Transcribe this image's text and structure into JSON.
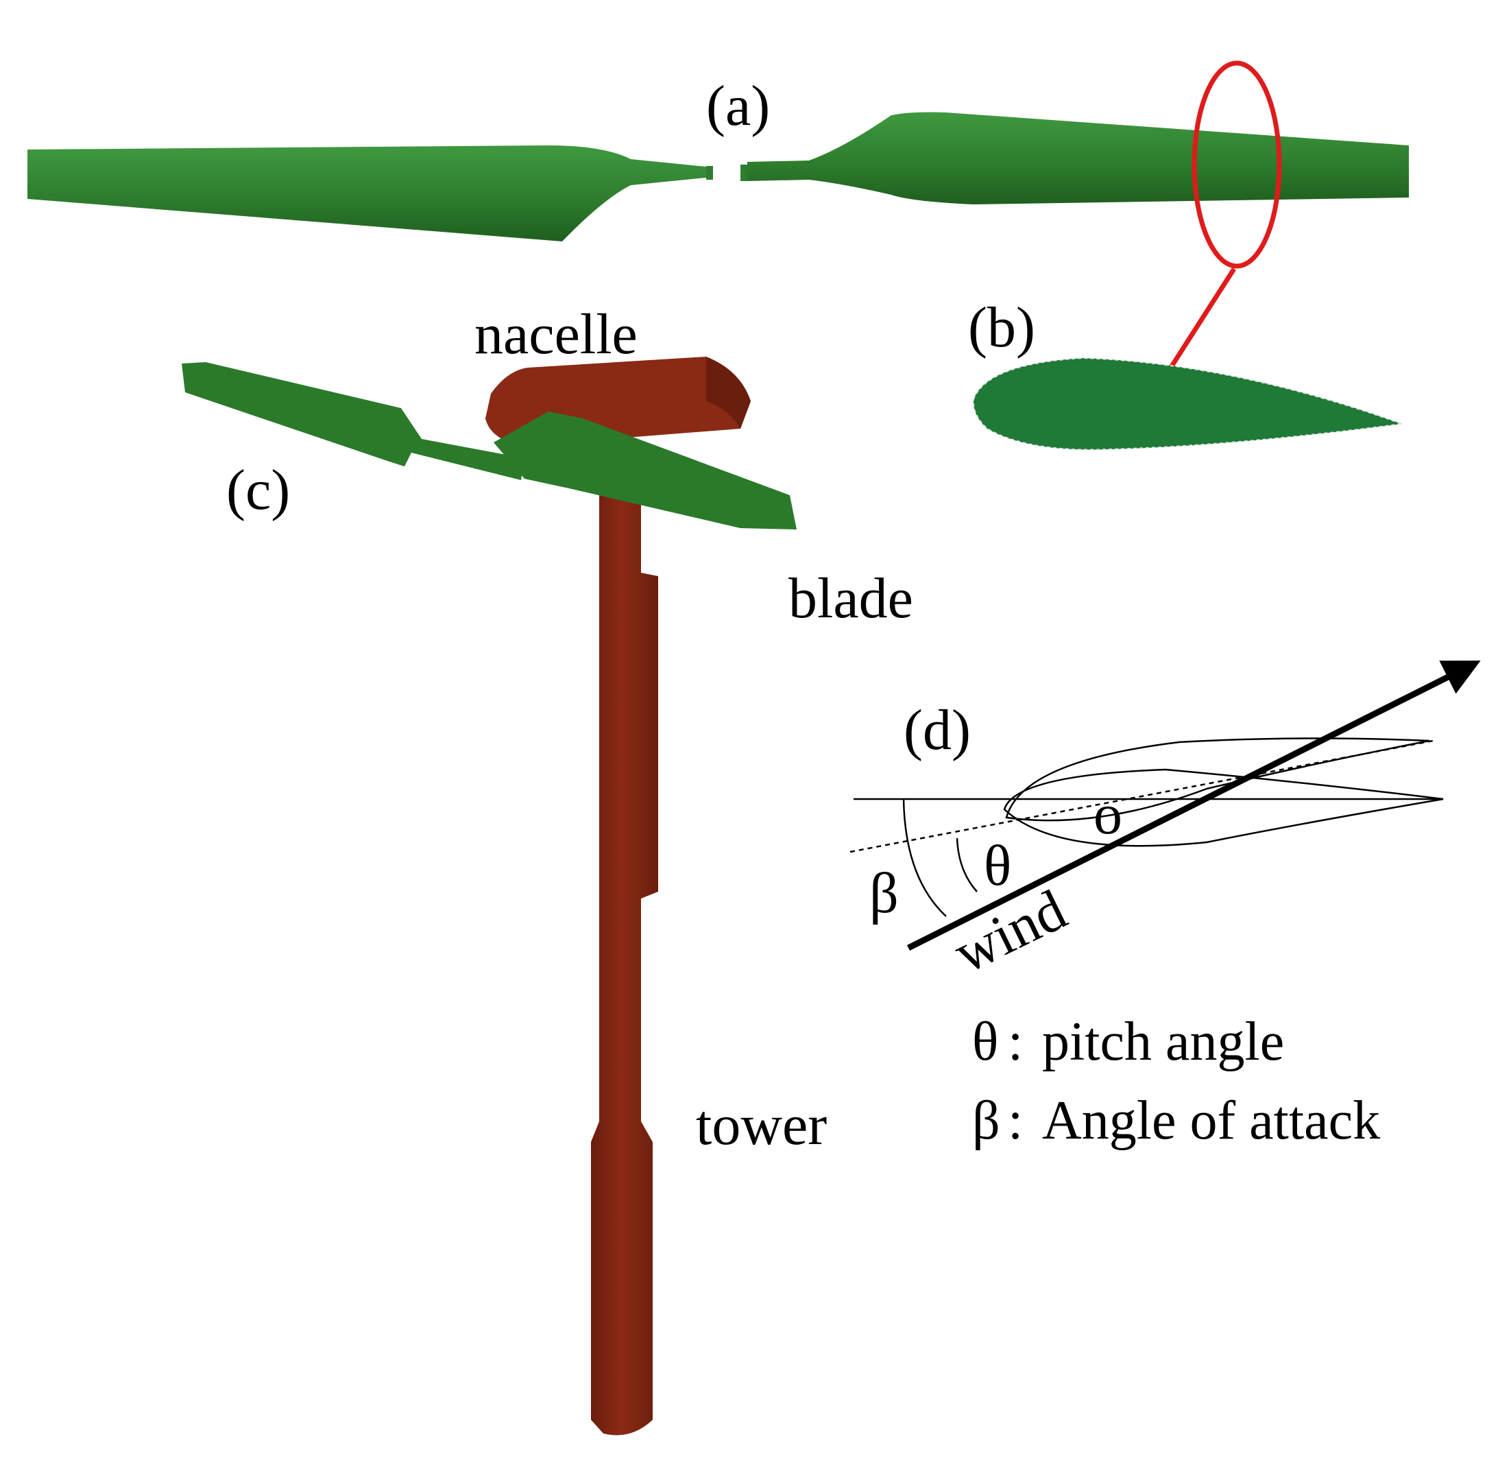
{
  "panels": {
    "a": {
      "label": "(a)"
    },
    "b": {
      "label": "(b)"
    },
    "c": {
      "label": "(c)"
    },
    "d": {
      "label": "(d)"
    }
  },
  "parts": {
    "nacelle": "nacelle",
    "blade": "blade",
    "tower": "tower"
  },
  "diagram_d": {
    "theta_symbol": "θ",
    "beta_symbol": "β",
    "origin_label": "o",
    "wind_label": "wind"
  },
  "legend": [
    {
      "symbol": "θ",
      "separator": ":",
      "text": "pitch angle"
    },
    {
      "symbol": "β",
      "separator": ":",
      "text": "Angle of attack"
    }
  ],
  "colors": {
    "blade_green": "#2e7d2e",
    "blade_dark": "#1f5f1f",
    "blade_light": "#3f993f",
    "airfoil_green": "#1e7a36",
    "tower_red": "#8a2a14",
    "tower_dark": "#6a1e0e",
    "highlight_red": "#e01b1b",
    "line_black": "#000000"
  }
}
